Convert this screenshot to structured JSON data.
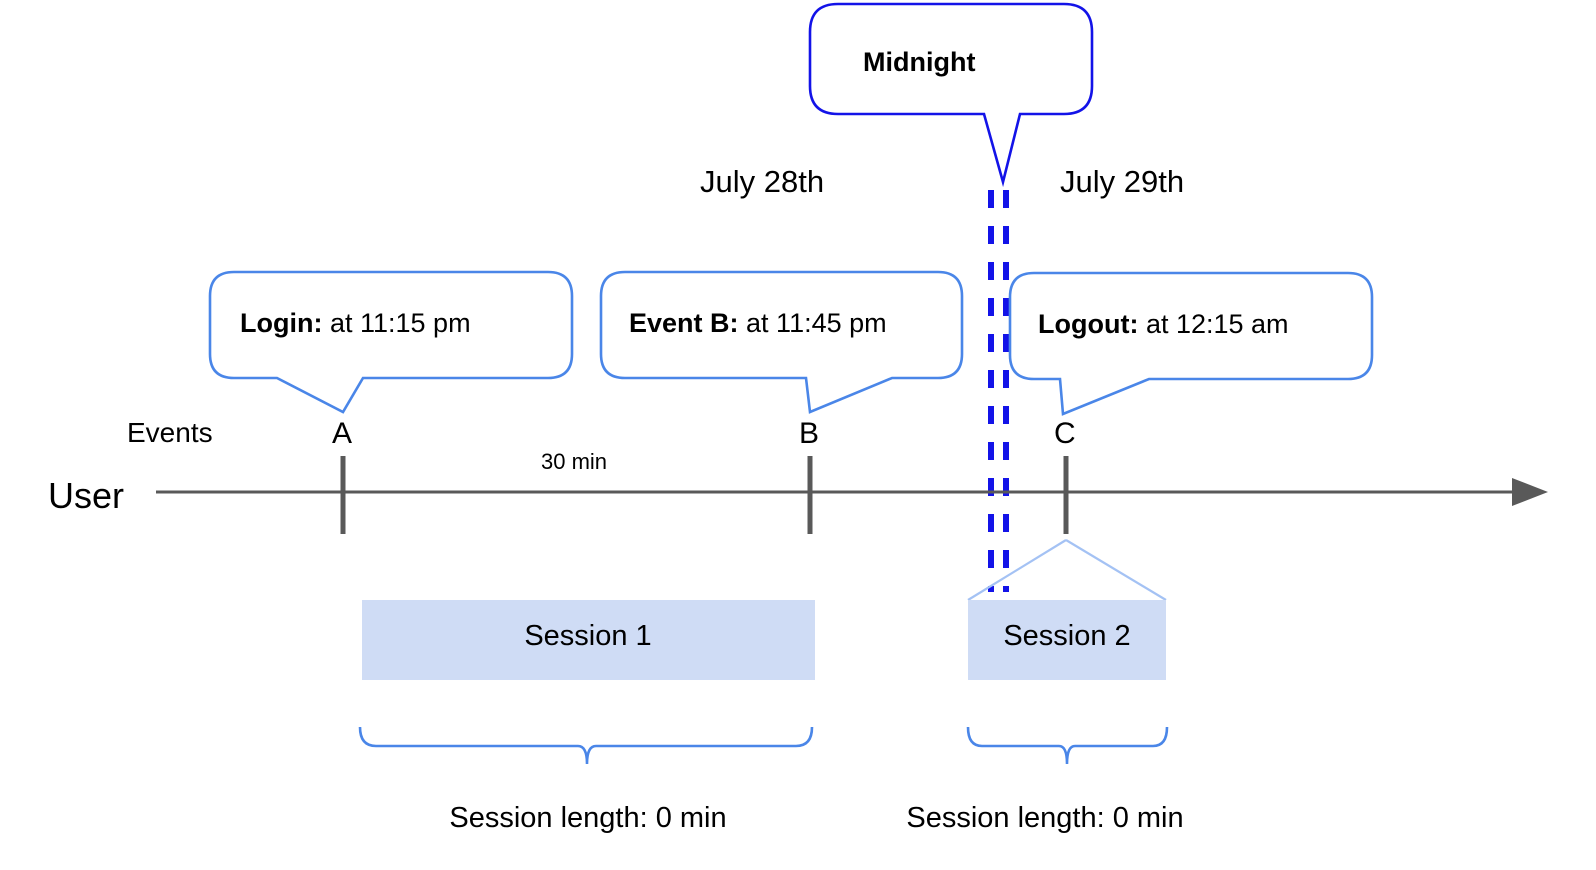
{
  "diagram": {
    "title_callout": {
      "text": "Midnight"
    },
    "dates": [
      {
        "label": "July 28th"
      },
      {
        "label": "July 29th"
      }
    ],
    "event_callouts": [
      {
        "label": "Login:",
        "detail": " at 11:15 pm"
      },
      {
        "label": "Event B:",
        "detail": " at 11:45 pm"
      },
      {
        "label": "Logout:",
        "detail": " at 12:15 am"
      }
    ],
    "row_labels": {
      "events": "Events",
      "user": "User"
    },
    "event_markers": [
      {
        "letter": "A"
      },
      {
        "letter": "B"
      },
      {
        "letter": "C"
      }
    ],
    "interval_label": "30 min",
    "sessions": [
      {
        "name": "Session 1",
        "length_label": "Session length: 0 min"
      },
      {
        "name": "Session 2",
        "length_label": "Session length: 0 min"
      }
    ],
    "colors": {
      "callout_stroke": "#4a86e8",
      "midnight_stroke": "#1313e8",
      "axis": "#595959",
      "session_fill": "#cfdcf5",
      "session_connector": "#a4c2f4",
      "brace": "#4a86e8",
      "text": "#000000",
      "background": "#ffffff"
    }
  }
}
